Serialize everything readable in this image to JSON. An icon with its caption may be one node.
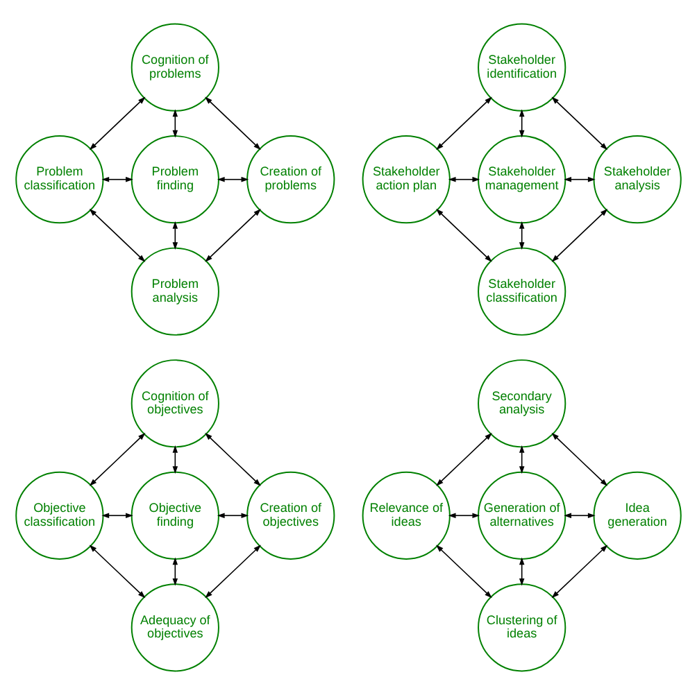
{
  "diagram": {
    "nodes": [
      {
        "text": [
          "Cognition of problems"
        ]
      },
      {
        "text": [
          "Problem classification"
        ]
      },
      {
        "text": [
          "Problem finding"
        ]
      },
      {
        "text": [
          "Creation of problems"
        ]
      },
      {
        "text": [
          "Problem analysis"
        ]
      },
      {
        "text": [
          "Stakeholder identification"
        ]
      },
      {
        "text": [
          "Stakeholder action plan"
        ]
      },
      {
        "text": [
          "Stakeholder management"
        ]
      },
      {
        "text": [
          "Stakeholder analysis"
        ]
      },
      {
        "text": [
          "Stakeholder classification"
        ]
      },
      {
        "text": [
          "Cognition of objectives"
        ]
      },
      {
        "text": [
          "Objective classification"
        ]
      },
      {
        "text": [
          "Objective finding"
        ]
      },
      {
        "text": [
          "Creation of objectives"
        ]
      },
      {
        "text": [
          "Adequacy of objectives"
        ]
      },
      {
        "text": [
          "Secondary analysis"
        ]
      },
      {
        "text": [
          "Relevance of ideas"
        ]
      },
      {
        "text": [
          "Generation of alternatives"
        ]
      },
      {
        "text": [
          "Idea generation"
        ]
      },
      {
        "text": [
          "Clustering of ideas"
        ]
      }
    ],
    "edges": [
      {
        "from": 0,
        "to": 1,
        "arrow": "both"
      },
      {
        "from": 0,
        "to": 2,
        "arrow": "both"
      },
      {
        "from": 0,
        "to": 3,
        "arrow": "both"
      },
      {
        "from": 1,
        "to": 2,
        "arrow": "both"
      },
      {
        "from": 2,
        "to": 3,
        "arrow": "both"
      },
      {
        "from": 2,
        "to": 4,
        "arrow": "both"
      },
      {
        "from": 1,
        "to": 4,
        "arrow": "both"
      },
      {
        "from": 3,
        "to": 4,
        "arrow": "both"
      },
      {
        "from": 5,
        "to": 6,
        "arrow": "both"
      },
      {
        "from": 5,
        "to": 7,
        "arrow": "both"
      },
      {
        "from": 5,
        "to": 8,
        "arrow": "both"
      },
      {
        "from": 6,
        "to": 7,
        "arrow": "both"
      },
      {
        "from": 7,
        "to": 8,
        "arrow": "both"
      },
      {
        "from": 7,
        "to": 9,
        "arrow": "both"
      },
      {
        "from": 6,
        "to": 9,
        "arrow": "both"
      },
      {
        "from": 8,
        "to": 9,
        "arrow": "both"
      },
      {
        "from": 10,
        "to": 11,
        "arrow": "both"
      },
      {
        "from": 10,
        "to": 12,
        "arrow": "both"
      },
      {
        "from": 10,
        "to": 13,
        "arrow": "both"
      },
      {
        "from": 11,
        "to": 12,
        "arrow": "both"
      },
      {
        "from": 12,
        "to": 13,
        "arrow": "both"
      },
      {
        "from": 12,
        "to": 14,
        "arrow": "both"
      },
      {
        "from": 11,
        "to": 14,
        "arrow": "both"
      },
      {
        "from": 13,
        "to": 14,
        "arrow": "both"
      },
      {
        "from": 15,
        "to": 16,
        "arrow": "both"
      },
      {
        "from": 15,
        "to": 17,
        "arrow": "both"
      },
      {
        "from": 15,
        "to": 18,
        "arrow": "both"
      },
      {
        "from": 16,
        "to": 17,
        "arrow": "both"
      },
      {
        "from": 17,
        "to": 18,
        "arrow": "both"
      },
      {
        "from": 17,
        "to": 19,
        "arrow": "both"
      },
      {
        "from": 16,
        "to": 19,
        "arrow": "both"
      },
      {
        "from": 18,
        "to": 19,
        "arrow": "both"
      }
    ]
  }
}
